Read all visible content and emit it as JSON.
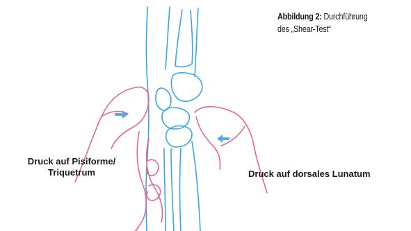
{
  "caption": {
    "title": "Abbildung 2:",
    "text_line1": "Durchführung",
    "text_line2": "des „Shear-Test“"
  },
  "labels": {
    "left_line1": "Druck auf Pisiforme/",
    "left_line2": "Triquetrum",
    "right": "Druck auf dorsales Lunatum"
  },
  "colors": {
    "bones": "#3aa6e2",
    "hands": "#e8658f",
    "arrows": "#5aa8e6",
    "text": "#1a1a1a"
  }
}
